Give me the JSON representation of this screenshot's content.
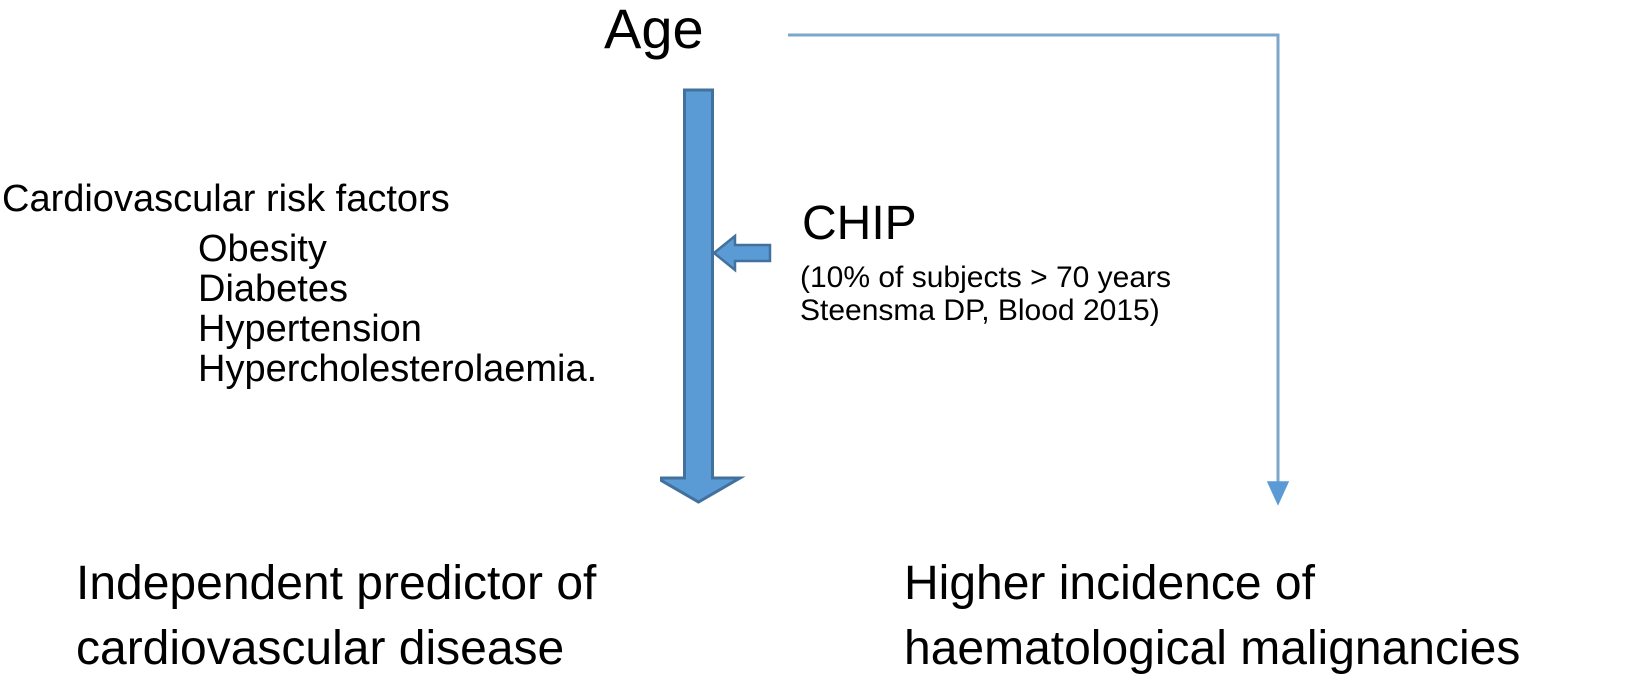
{
  "diagram": {
    "title": "Age",
    "risk_factors": {
      "heading": "Cardiovascular risk factors",
      "items": [
        "Obesity",
        "Diabetes",
        "Hypertension",
        "Hypercholesterolaemia."
      ]
    },
    "chip": {
      "label": "CHIP",
      "note_line1": "(10% of subjects > 70 years",
      "note_line2": "Steensma DP, Blood 2015)"
    },
    "outcomes": {
      "left": {
        "line1": "Independent predictor of",
        "line2": "cardiovascular disease"
      },
      "right": {
        "line1": "Higher incidence of",
        "line2": "haematological malignancies"
      }
    },
    "colors": {
      "arrow_fill": "#5B9BD5",
      "arrow_stroke": "#41719C",
      "thin_line": "#7BA7CB",
      "text": "#000000",
      "background": "#FFFFFF"
    }
  }
}
